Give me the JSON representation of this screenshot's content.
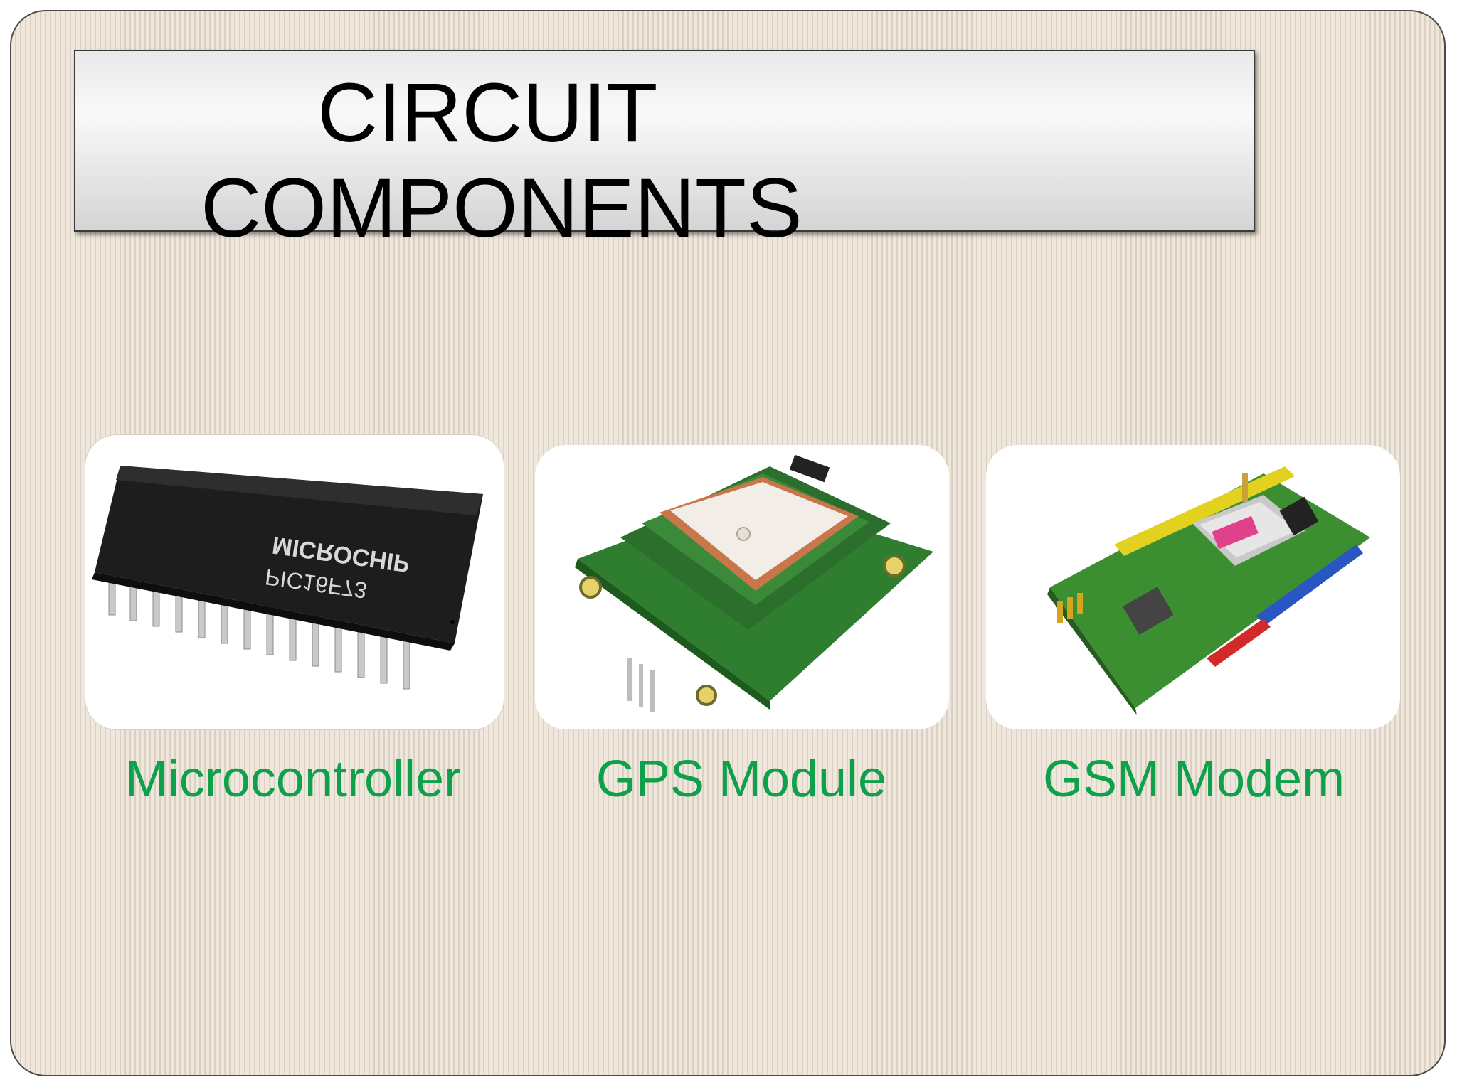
{
  "slide": {
    "title_line1": "CIRCUIT",
    "title_line2": "COMPONENTS",
    "colors": {
      "caption": "#0ea04a",
      "background": "#efe7db"
    }
  },
  "components": [
    {
      "caption": "Microcontroller",
      "chip_brand": "MICROCHIP",
      "chip_part": "PIC16F73",
      "image": "ic-chip-photo"
    },
    {
      "caption": "GPS Module",
      "image": "gps-module-photo"
    },
    {
      "caption": "GSM Modem",
      "image": "gsm-board-photo"
    }
  ]
}
